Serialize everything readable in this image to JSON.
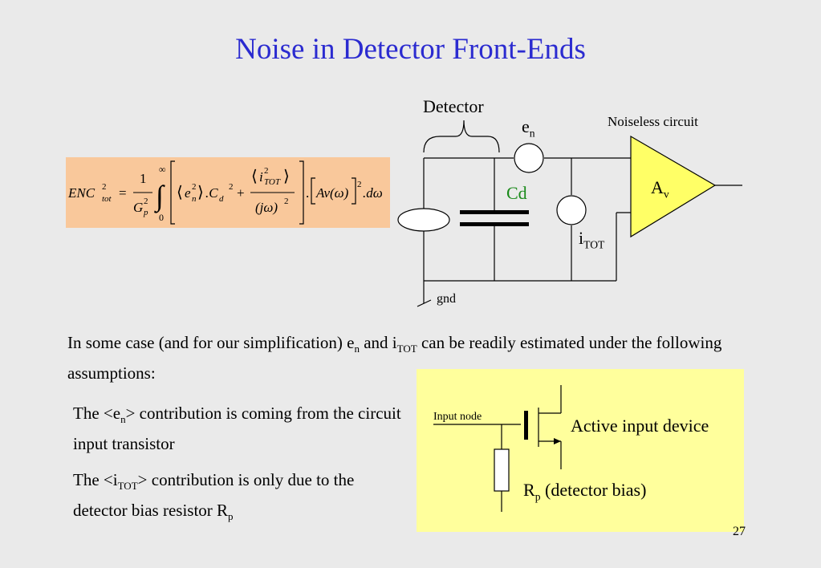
{
  "title": "Noise in Detector Front-Ends",
  "formula": {
    "lhs": "ENC",
    "lhs_sup": "2",
    "lhs_sub": "tot",
    "eq": "=",
    "frac_num": "1",
    "frac_den": "G",
    "frac_den_sup": "2",
    "frac_den_sub": "p",
    "int_upper": "∞",
    "int_lower": "0",
    "en_term": "e",
    "en_sup": "2",
    "en_sub": "n",
    "cd_term": ".C",
    "cd_sub": "d",
    "cd_sup": "2",
    "plus": "+",
    "itot_num": "i",
    "itot_sup": "2",
    "itot_sub": "TOT",
    "jw_den": "(jω)",
    "jw_sup": "2",
    "dot_mid": ".",
    "av_term": "Av(ω)",
    "av_sup": "2",
    "dw": ".dω"
  },
  "circuit": {
    "detector_label": "Detector",
    "en_label": "e",
    "en_sub": "n",
    "noiseless_label": "Noiseless circuit",
    "cd_label": "Cd",
    "av_label": "A",
    "av_sub": "v",
    "itot_label": "i",
    "itot_sub": "TOT",
    "gnd_label": "gnd",
    "cd_color": "#1a8a1a"
  },
  "intro": {
    "part1": "In some case (and for our simplification) e",
    "sub1": "n",
    "part2": " and i",
    "sub2": "TOT",
    "part3": " can be readily estimated under the following assumptions:"
  },
  "point1": {
    "part1": "The <e",
    "sub": "n",
    "part2": "> contribution is coming from the circuit input transistor"
  },
  "point2": {
    "part1": "The <i",
    "sub": "TOT",
    "part2": "> contribution is only due to the detector bias resistor R",
    "sub2": "p"
  },
  "transistor": {
    "input_label": "Input node",
    "active_label": "Active input device",
    "rp_label": "R",
    "rp_sub": "p",
    "rp_desc": " (detector bias)"
  },
  "page_number": "27",
  "colors": {
    "title": "#2b2bd0",
    "background": "#eaeaea",
    "formula_box": "#f9c89b",
    "transistor_box": "#ffff9c"
  }
}
